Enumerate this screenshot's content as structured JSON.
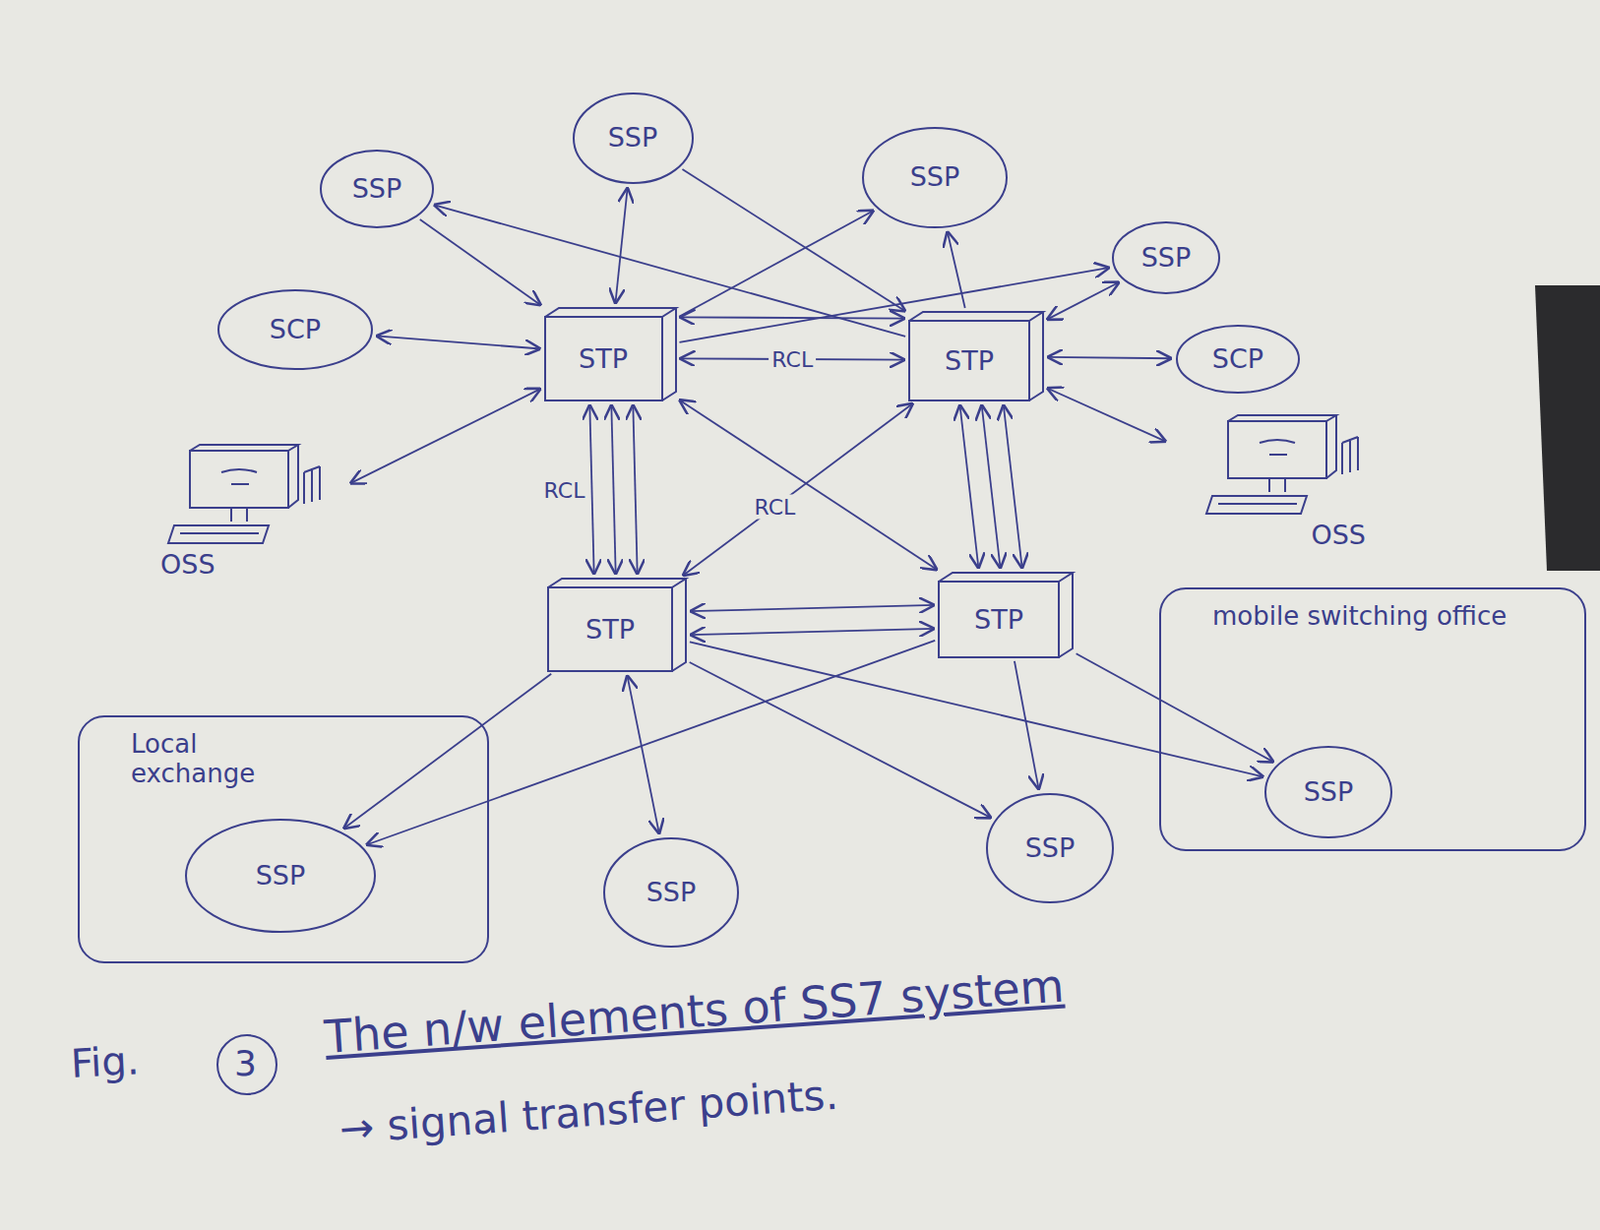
{
  "diagram": {
    "caption": "The n/w elements of SS7 system",
    "nodes": [
      {
        "text": [
          "SSP"
        ]
      },
      {
        "text": [
          "SSP"
        ]
      },
      {
        "text": [
          "SSP"
        ]
      },
      {
        "text": [
          "SSP"
        ]
      },
      {
        "text": [
          "SCP"
        ]
      },
      {
        "text": [
          "STP"
        ]
      },
      {
        "text": [
          "STP"
        ]
      },
      {
        "text": [
          "SCP"
        ]
      },
      {
        "text": [
          "OSS"
        ]
      },
      {
        "text": [
          "OSS"
        ]
      },
      {
        "text": [
          "STP"
        ]
      },
      {
        "text": [
          "STP"
        ]
      },
      {
        "text": [
          "mobile switching office"
        ]
      },
      {
        "text": [
          "SSP"
        ],
        "in": 12
      },
      {
        "text": [
          "Local exchange"
        ]
      },
      {
        "text": [
          "SSP"
        ],
        "in": 14
      },
      {
        "text": [
          "SSP"
        ]
      },
      {
        "text": [
          "SSP"
        ]
      }
    ],
    "edges": [
      {
        "from": 0,
        "to": 5,
        "arrow": "to"
      },
      {
        "from": 6,
        "to": 0,
        "arrow": "to"
      },
      {
        "from": 5,
        "to": 1,
        "arrow": "both"
      },
      {
        "from": 1,
        "to": 6,
        "arrow": "to"
      },
      {
        "from": 5,
        "to": 2,
        "arrow": "to"
      },
      {
        "from": 6,
        "to": 2,
        "arrow": "to"
      },
      {
        "from": 5,
        "to": 3,
        "arrow": "to"
      },
      {
        "from": 6,
        "to": 3,
        "arrow": "both"
      },
      {
        "from": 4,
        "to": 5,
        "arrow": "both"
      },
      {
        "from": 6,
        "to": 7,
        "arrow": "both"
      },
      {
        "from": 5,
        "to": 8,
        "arrow": "both"
      },
      {
        "from": 6,
        "to": 9,
        "arrow": "both"
      },
      {
        "from": 5,
        "to": 6,
        "arrow": "both"
      },
      {
        "from": 5,
        "to": 6,
        "label": "RCL",
        "arrow": "both"
      },
      {
        "from": 5,
        "to": 10,
        "label": "RCL",
        "arrow": "both"
      },
      {
        "from": 5,
        "to": 10,
        "arrow": "both"
      },
      {
        "from": 5,
        "to": 10,
        "arrow": "both"
      },
      {
        "from": 6,
        "to": 11,
        "arrow": "both"
      },
      {
        "from": 6,
        "to": 11,
        "arrow": "both"
      },
      {
        "from": 6,
        "to": 11,
        "arrow": "both"
      },
      {
        "from": 5,
        "to": 11,
        "arrow": "both"
      },
      {
        "from": 6,
        "to": 10,
        "label": "RCL",
        "arrow": "both"
      },
      {
        "from": 10,
        "to": 11,
        "arrow": "both"
      },
      {
        "from": 10,
        "to": 11,
        "arrow": "both"
      },
      {
        "from": 10,
        "to": 15,
        "arrow": "to"
      },
      {
        "from": 11,
        "to": 15,
        "arrow": "to"
      },
      {
        "from": 10,
        "to": 16,
        "arrow": "both"
      },
      {
        "from": 10,
        "to": 17,
        "arrow": "to"
      },
      {
        "from": 11,
        "to": 17,
        "arrow": "to"
      },
      {
        "from": 10,
        "to": 13,
        "arrow": "to"
      },
      {
        "from": 11,
        "to": 13,
        "arrow": "to"
      }
    ],
    "labels": [
      "Fig.",
      "3",
      "→ signal transfer points."
    ]
  }
}
